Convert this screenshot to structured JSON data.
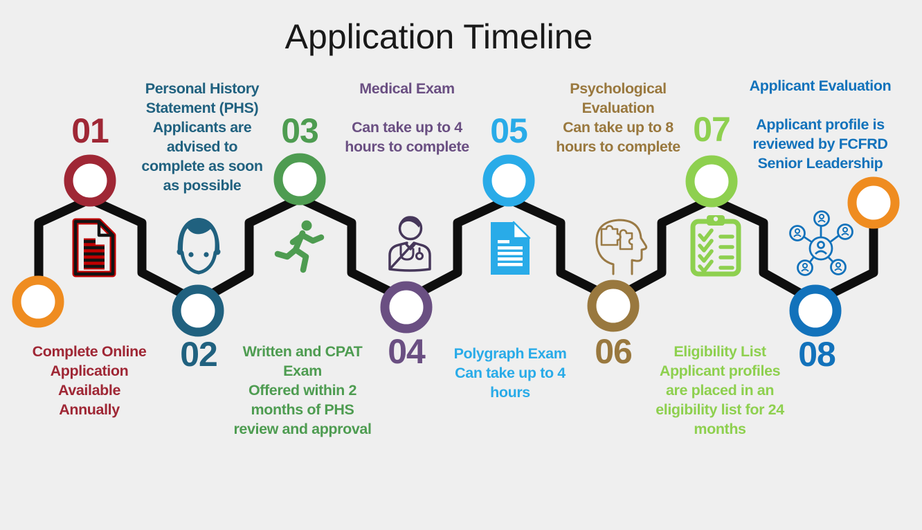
{
  "title": "Application Timeline",
  "colors": {
    "background": "#efefef",
    "title": "#191919",
    "line": "#0e0e0e",
    "connector": "#ef8c20"
  },
  "steps": [
    {
      "number": "01",
      "position": "top",
      "color": "#9f2735",
      "icon": "document-icon",
      "icon_color": "#c00000",
      "text": "Complete Online\nApplication\nAvailable\nAnnually"
    },
    {
      "number": "02",
      "position": "bottom",
      "color": "#20617f",
      "icon": "person-face-icon",
      "icon_color": "#20617f",
      "text": "Personal History\nStatement (PHS)\nApplicants are\nadvised to\ncomplete as soon\nas possible"
    },
    {
      "number": "03",
      "position": "top",
      "color": "#4e9c51",
      "icon": "running-person-icon",
      "icon_color": "#4e9c51",
      "text": "Written and CPAT\nExam\nOffered within 2\nmonths of PHS\nreview and approval"
    },
    {
      "number": "04",
      "position": "bottom",
      "color": "#6a4f82",
      "icon": "doctor-icon",
      "icon_color": "#46375a",
      "text": "Medical Exam\n\nCan take up to 4\nhours to complete"
    },
    {
      "number": "05",
      "position": "top",
      "color": "#29abe8",
      "icon": "document-icon",
      "icon_color": "#29abe8",
      "text": "Polygraph Exam\nCan take up to 4\nhours"
    },
    {
      "number": "06",
      "position": "bottom",
      "color": "#99783e",
      "icon": "head-puzzle-icon",
      "icon_color": "#9a7a45",
      "text": "Psychological\nEvaluation\nCan take up to 8\nhours to complete"
    },
    {
      "number": "07",
      "position": "top",
      "color": "#8ed04f",
      "icon": "clipboard-checklist-icon",
      "icon_color": "#8ed04f",
      "text": "Eligibility List\nApplicant profiles\nare placed in an\neligibility list for 24\nmonths"
    },
    {
      "number": "08",
      "position": "bottom",
      "color": "#1272bb",
      "icon": "network-people-icon",
      "icon_color": "#1272bb",
      "text": "Applicant Evaluation\n\nApplicant profile is\nreviewed by FCFRD\nSenior Leadership"
    }
  ]
}
